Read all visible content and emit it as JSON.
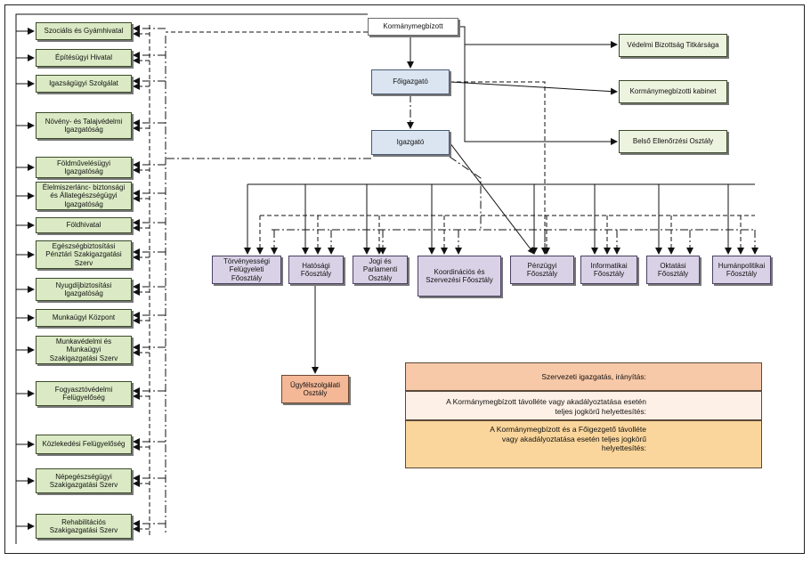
{
  "top": {
    "kormanymegbizott": "Kormánymegbízott",
    "foigazgato": "Főigazgató",
    "igazgato": "Igazgató"
  },
  "staff": [
    "Védelmi Bizottság Titkársága",
    "Kormánymegbízotti kabinet",
    "Belső Ellenőrzési Osztály"
  ],
  "offices": [
    "Szociális és Gyámhivatal",
    "Építésügyi Hivatal",
    "Igazságügyi Szolgálat",
    "Növény- és Talajvédelmi\nIgazgatóság",
    "Földművelésügyi\nIgazgatóság",
    "Élelmiszerlánc- biztonsági\nés Állategészségügyi\nIgazgatóság",
    "Földhivatal",
    "Egészségbiztosítási\nPénztári Szakigazgatási\nSzerv",
    "Nyugdíjbiztosítási\nIgazgatóság",
    "Munkaügyi Központ",
    "Munkavédelmi és\nMunkaügyi\nSzakigazgatási Szerv",
    "Fogyasztóvédelmi\nFelügyelőség",
    "Közlekedési Felügyelőség",
    "Népegészségügyi\nSzakigazgatási Szerv",
    "Rehabilitációs\nSzakigazgatási Szerv"
  ],
  "departments": [
    "Törvényességi\nFelügyeleti\nFőosztály",
    "Hatósági\nFőosztály",
    "Jogi és\nParlamenti\nOsztály",
    "Koordinációs és\nSzervezési Főosztály",
    "Pénzügyi\nFőosztály",
    "Informatikai\nFőosztály",
    "Oktatási\nFőosztály",
    "Humánpolitikai\nFőosztály"
  ],
  "ugyfel": "Ügyfélszolgálati\nOsztály",
  "legend": {
    "solid": "Szervezeti igazgatás, irányítás:",
    "dashed": "A Kormánymegbízott távolléte vagy akadályoztatása esetén\nteljes jogkörű helyettesítés:",
    "dashdot": "A Kormánymegbízott és a Főigezgető távolléte\nvagy akadályoztatása esetén teljes jogkörű\nhelyettesítés:"
  },
  "colors": {
    "office_fill": "#dbeac4",
    "staff_fill": "#ecf3df",
    "leadership_fill": "#dbe5f1",
    "department_fill": "#d9d2e6",
    "ugyfel_fill": "#f4b897",
    "legend_solid_fill": "#f8c9a8",
    "legend_dashed_fill": "#fdf0e6",
    "legend_dashdot_fill": "#fbd69c"
  }
}
